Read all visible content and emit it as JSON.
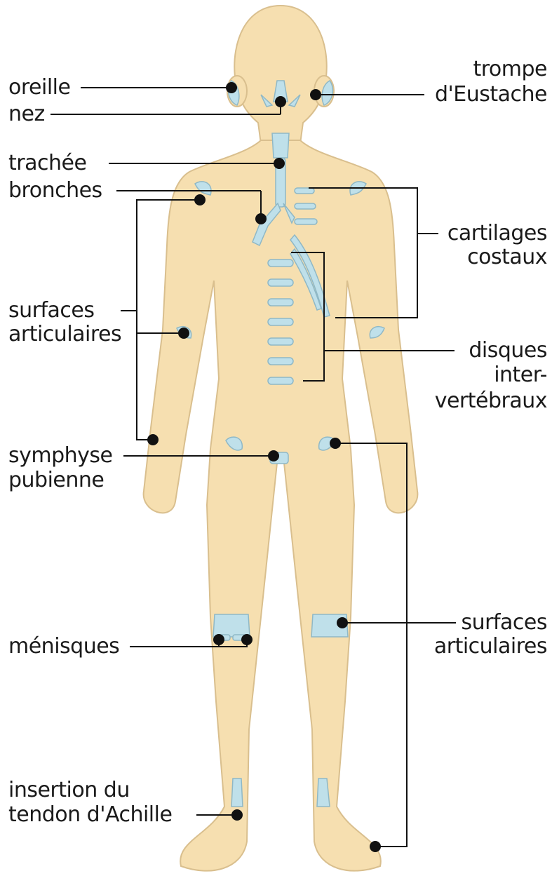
{
  "labels": {
    "oreille": "oreille",
    "nez": "nez",
    "trompe_l1": "trompe",
    "trompe_l2": "d'Eustache",
    "trachee": "trachée",
    "bronches": "bronches",
    "cartilages_l1": "cartilages",
    "cartilages_l2": "costaux",
    "surfaces_top_l1": "surfaces",
    "surfaces_top_l2": "articulaires",
    "disques_l1": "disques",
    "disques_l2": "inter-",
    "disques_l3": "vertébraux",
    "symphyse_l1": "symphyse",
    "symphyse_l2": "pubienne",
    "menisques": "ménisques",
    "surfaces_bottom_l1": "surfaces",
    "surfaces_bottom_l2": "articulaires",
    "achille_l1": "insertion du",
    "achille_l2": "tendon d'Achille"
  },
  "colors": {
    "skin": "#f6dfb0",
    "skin_outline": "#d9bf8e",
    "cartilage": "#bfe0ea",
    "cartilage_outline": "#8fb8c6",
    "line": "#111111"
  }
}
